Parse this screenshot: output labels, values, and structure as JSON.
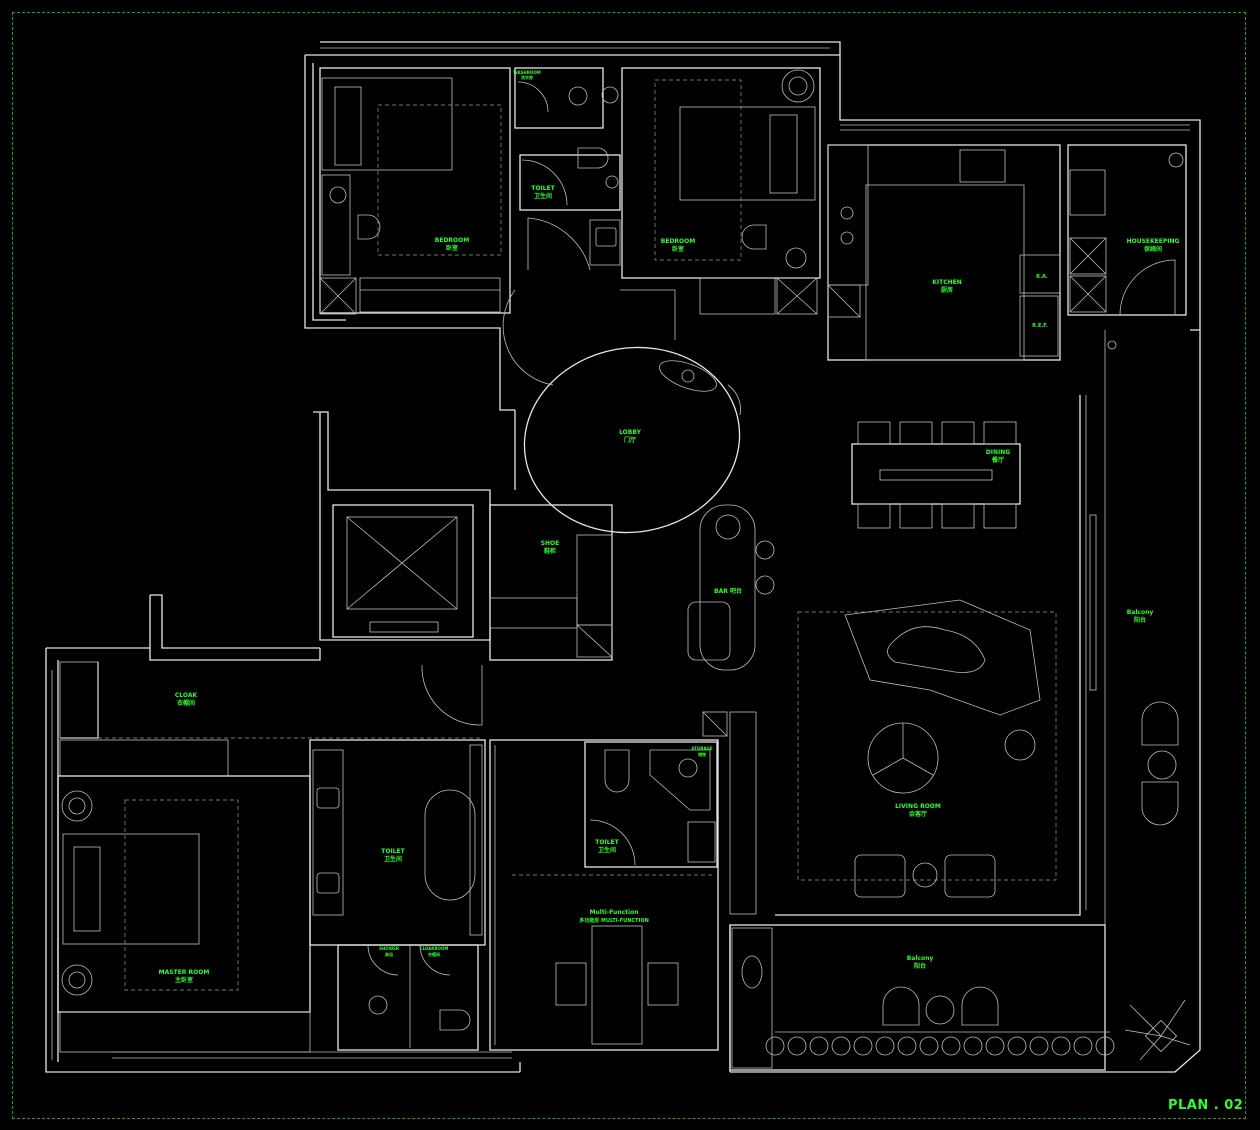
{
  "plan_title": "PLAN . 02",
  "colors": {
    "background": "#000000",
    "linework": "#e6e6e6",
    "labels": "#2cff2c",
    "frame": "#1f9e1f"
  },
  "rooms": {
    "bedroom_1": {
      "en": "BEDROOM",
      "zh": "卧室"
    },
    "washroom": {
      "en": "WASHROOM",
      "zh": "洗衣房"
    },
    "toilet_1": {
      "en": "TOILET",
      "zh": "卫生间"
    },
    "bedroom_2": {
      "en": "BEDROOM",
      "zh": "卧室"
    },
    "kitchen": {
      "en": "KITCHEN",
      "zh": "厨房"
    },
    "housekeeping": {
      "en": "HOUSEKEEPING",
      "zh": "保姆间"
    },
    "lobby": {
      "en": "LOBBY",
      "zh": "门厅"
    },
    "dining": {
      "en": "DINING",
      "zh": "餐厅"
    },
    "shoe": {
      "en": "SHOE",
      "zh": "鞋柜"
    },
    "bar": {
      "en": "BAR 吧台"
    },
    "cloak": {
      "en": "CLOAK",
      "zh": "衣帽间"
    },
    "toilet_2": {
      "en": "TOILET",
      "zh": "卫生间"
    },
    "storage": {
      "en": "STORAGE",
      "zh": "储物"
    },
    "toilet_3": {
      "en": "TOILET",
      "zh": "卫生间"
    },
    "living": {
      "en": "LIVING ROOM",
      "zh": "会客厅"
    },
    "balcony_1": {
      "en": "Balcony",
      "zh": "阳台"
    },
    "master": {
      "en": "MASTER ROOM",
      "zh": "主卧室"
    },
    "shower": {
      "en": "SHOWER",
      "zh": "淋浴"
    },
    "cloakroom": {
      "en": "CLOAKROOM",
      "zh": "衣帽间"
    },
    "multi": {
      "en": "Multi-Function",
      "zh": "多功能房 MULTI-FUNCTION"
    },
    "balcony_2": {
      "en": "Balcony",
      "zh": "阳台"
    }
  },
  "fixtures": {
    "fridge_1": "R.A.",
    "fridge_2": "R.E.F."
  }
}
